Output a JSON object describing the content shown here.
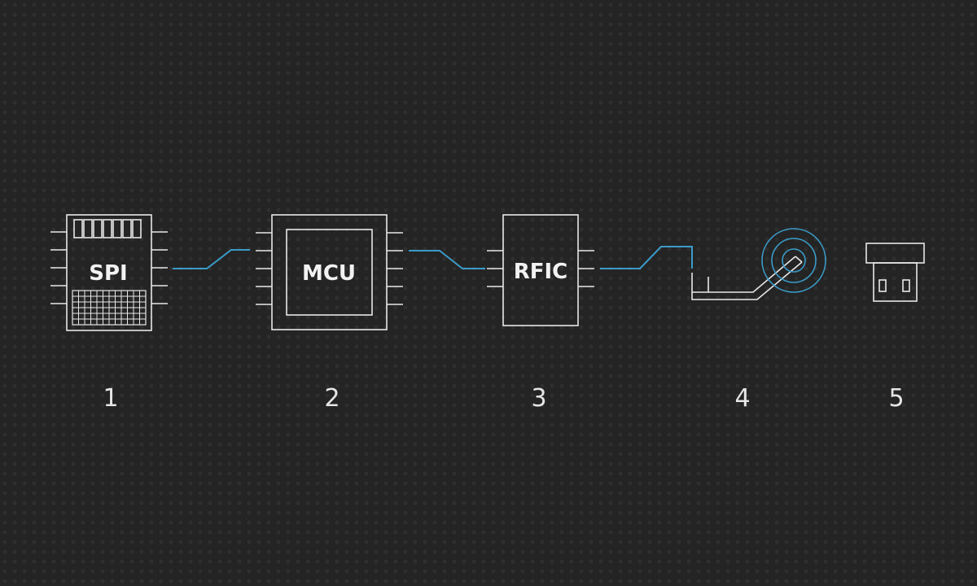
{
  "diagram": {
    "colors": {
      "background": "#242424",
      "dots": "#2f2f2f",
      "outline": "#e8e8e8",
      "link": "#3a9bc8"
    },
    "components": [
      {
        "id": "spi",
        "chip_label": "SPI",
        "number": "1",
        "icon": "spi-flash-chip-icon"
      },
      {
        "id": "mcu",
        "chip_label": "MCU",
        "number": "2",
        "icon": "microcontroller-chip-icon"
      },
      {
        "id": "rfic",
        "chip_label": "RFIC",
        "number": "3",
        "icon": "rf-chip-icon"
      },
      {
        "id": "antenna",
        "chip_label": "",
        "number": "4",
        "icon": "pcb-antenna-icon"
      },
      {
        "id": "receiver",
        "chip_label": "",
        "number": "5",
        "icon": "usb-receiver-icon"
      }
    ]
  }
}
